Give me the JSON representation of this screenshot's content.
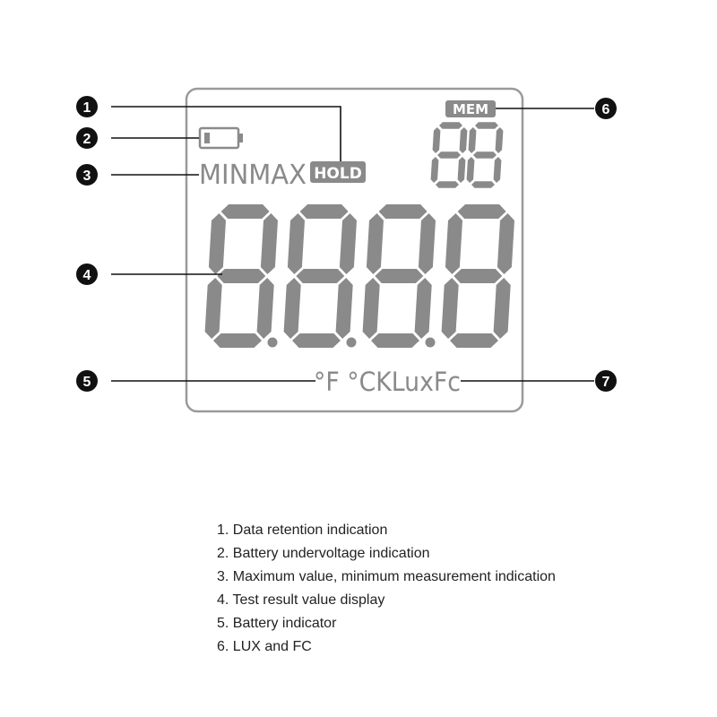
{
  "lcd": {
    "mem_label": "MEM",
    "minmax_label": "MINMAX",
    "hold_label": "HOLD",
    "units_label": "°F °CKLuxFc",
    "main_digit_count": 4,
    "small_digit_count": 2
  },
  "callouts": [
    "1",
    "2",
    "3",
    "4",
    "5",
    "6",
    "7"
  ],
  "legend": [
    {
      "num": "1.",
      "text": "Data retention indication"
    },
    {
      "num": "2.",
      "text": "Battery undervoltage indication"
    },
    {
      "num": "3.",
      "text": "Maximum value, minimum measurement indication"
    },
    {
      "num": "4.",
      "text": "Test result value display"
    },
    {
      "num": "5.",
      "text": "Battery indicator"
    },
    {
      "num": "6.",
      "text": "LUX and FC"
    }
  ],
  "colors": {
    "segment": "#8a8a8a",
    "frame": "#9a9a9a",
    "callout": "#111111"
  }
}
